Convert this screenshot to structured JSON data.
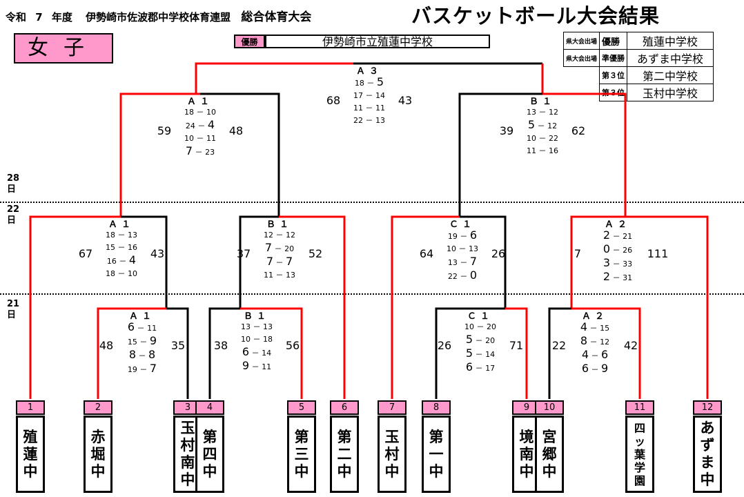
{
  "header": {
    "era": "令和",
    "year": "7",
    "nendo": "年度",
    "org": "伊勢崎市佐波郡中学校体育連盟",
    "event": "総合体育大会",
    "title": "バスケットボール大会結果"
  },
  "gender": "女子",
  "champion": {
    "label": "優勝",
    "name": "伊勢崎市立殖蓮中学校"
  },
  "results": [
    {
      "note": "県大会出場",
      "rank": "優勝",
      "school": "殖蓮中学校"
    },
    {
      "note": "県大会出場",
      "rank": "準優勝",
      "school": "あずま中学校"
    },
    {
      "note": "",
      "rank": "第３位",
      "school": "第二中学校"
    },
    {
      "note": "",
      "rank": "第３位",
      "school": "玉村中学校"
    }
  ],
  "days": [
    {
      "num": "28",
      "unit": "日"
    },
    {
      "num": "22",
      "unit": "日"
    },
    {
      "num": "21",
      "unit": "日"
    }
  ],
  "matches": [
    {
      "id": "final",
      "label": "Ａ３",
      "left": "68",
      "right": "43",
      "quarters": [
        [
          "18",
          "5"
        ],
        [
          "17",
          "14"
        ],
        [
          "11",
          "11"
        ],
        [
          "22",
          "13"
        ]
      ]
    },
    {
      "id": "semi-a1",
      "label": "Ａ１",
      "left": "59",
      "right": "48",
      "quarters": [
        [
          "18",
          "10"
        ],
        [
          "24",
          "4"
        ],
        [
          "10",
          "11"
        ],
        [
          "7",
          "23"
        ]
      ]
    },
    {
      "id": "semi-b1",
      "label": "Ｂ１",
      "left": "39",
      "right": "62",
      "quarters": [
        [
          "13",
          "12"
        ],
        [
          "5",
          "12"
        ],
        [
          "10",
          "22"
        ],
        [
          "11",
          "16"
        ]
      ]
    },
    {
      "id": "qf-a1",
      "label": "Ａ１",
      "left": "67",
      "right": "43",
      "quarters": [
        [
          "18",
          "13"
        ],
        [
          "15",
          "16"
        ],
        [
          "16",
          "4"
        ],
        [
          "18",
          "10"
        ]
      ]
    },
    {
      "id": "qf-b1",
      "label": "Ｂ１",
      "left": "37",
      "right": "52",
      "quarters": [
        [
          "12",
          "12"
        ],
        [
          "7",
          "20"
        ],
        [
          "7",
          "7"
        ],
        [
          "11",
          "13"
        ]
      ]
    },
    {
      "id": "qf-c1",
      "label": "Ｃ１",
      "left": "64",
      "right": "26",
      "quarters": [
        [
          "19",
          "6"
        ],
        [
          "10",
          "13"
        ],
        [
          "13",
          "7"
        ],
        [
          "22",
          "0"
        ]
      ]
    },
    {
      "id": "qf-a2",
      "label": "Ａ２",
      "left": "7",
      "right": "111",
      "quarters": [
        [
          "2",
          "21"
        ],
        [
          "0",
          "26"
        ],
        [
          "3",
          "33"
        ],
        [
          "2",
          "31"
        ]
      ]
    },
    {
      "id": "r1-a1",
      "label": "Ａ１",
      "left": "48",
      "right": "35",
      "quarters": [
        [
          "6",
          "11"
        ],
        [
          "15",
          "9"
        ],
        [
          "8",
          "8"
        ],
        [
          "19",
          "7"
        ]
      ]
    },
    {
      "id": "r1-b1",
      "label": "Ｂ１",
      "left": "38",
      "right": "56",
      "quarters": [
        [
          "13",
          "13"
        ],
        [
          "10",
          "18"
        ],
        [
          "6",
          "14"
        ],
        [
          "9",
          "11"
        ]
      ]
    },
    {
      "id": "r1-c1",
      "label": "Ｃ１",
      "left": "26",
      "right": "71",
      "quarters": [
        [
          "10",
          "20"
        ],
        [
          "5",
          "20"
        ],
        [
          "5",
          "14"
        ],
        [
          "6",
          "17"
        ]
      ]
    },
    {
      "id": "r1-a2",
      "label": "Ａ２",
      "left": "22",
      "right": "42",
      "quarters": [
        [
          "4",
          "15"
        ],
        [
          "8",
          "12"
        ],
        [
          "4",
          "6"
        ],
        [
          "6",
          "9"
        ]
      ]
    }
  ],
  "teams": [
    {
      "no": "1",
      "name": [
        "殖",
        "蓮",
        "中"
      ]
    },
    {
      "no": "2",
      "name": [
        "赤",
        "堀",
        "中"
      ]
    },
    {
      "no": "3",
      "name": [
        "玉",
        "村",
        "南",
        "中"
      ]
    },
    {
      "no": "4",
      "name": [
        "第",
        "四",
        "中"
      ]
    },
    {
      "no": "5",
      "name": [
        "第",
        "三",
        "中"
      ]
    },
    {
      "no": "6",
      "name": [
        "第",
        "二",
        "中"
      ]
    },
    {
      "no": "7",
      "name": [
        "玉",
        "村",
        "中"
      ]
    },
    {
      "no": "8",
      "name": [
        "第",
        "一",
        "中"
      ]
    },
    {
      "no": "9",
      "name": [
        "境",
        "南",
        "中"
      ]
    },
    {
      "no": "10",
      "name": [
        "宮",
        "郷",
        "中"
      ]
    },
    {
      "no": "11",
      "name": [
        "四",
        "ッ",
        "葉",
        "学",
        "園"
      ]
    },
    {
      "no": "12",
      "name": [
        "あ",
        "ず",
        "ま",
        "中"
      ]
    }
  ],
  "colors": {
    "win_line": "#ff0000",
    "loss_line": "#000000",
    "pink": "#ff99cc"
  }
}
